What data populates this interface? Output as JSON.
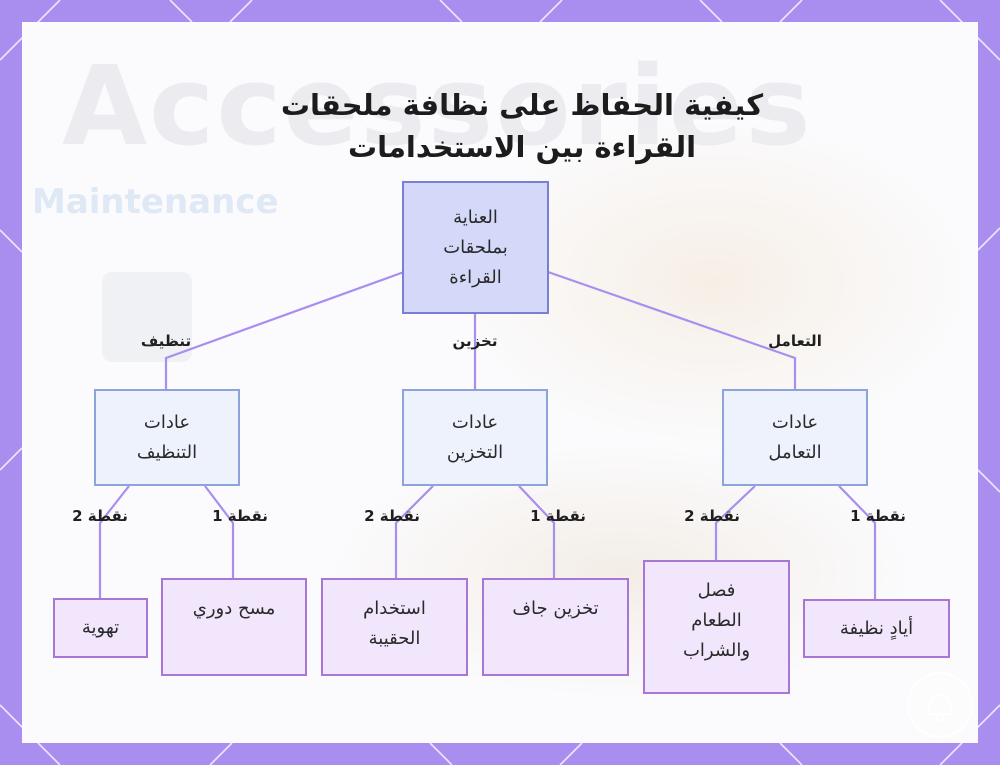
{
  "title": "كيفية الحفاظ على نظافة ملحقات القراءة بين الاستخدامات",
  "background": {
    "faded_word": "Accessories",
    "faded_sub": "Maintenance"
  },
  "nodes": {
    "root": "العناية بملحقات القراءة",
    "cleaning": "عادات التنظيف",
    "storage": "عادات التخزين",
    "handling": "عادات التعامل",
    "ventilation": "تهوية",
    "regular_wipe": "مسح دوري",
    "use_bag": "استخدام الحقيبة",
    "dry_storage": "تخزين جاف",
    "separate_food": "فصل الطعام والشراب",
    "clean_hands": "أيادٍ نظيفة"
  },
  "edge_labels": {
    "cleaning": "تنظيف",
    "storage": "تخزين",
    "handling": "التعامل",
    "point1": "نقطة 1",
    "point2": "نقطة 2"
  },
  "colors": {
    "frame": "#a98ef0",
    "edge": "#a98ef0",
    "root_fill": "#d4d9f9",
    "mid_fill": "#eef2fc",
    "leaf_fill": "#f1e6fb"
  },
  "watermark_icon": "bell-icon"
}
